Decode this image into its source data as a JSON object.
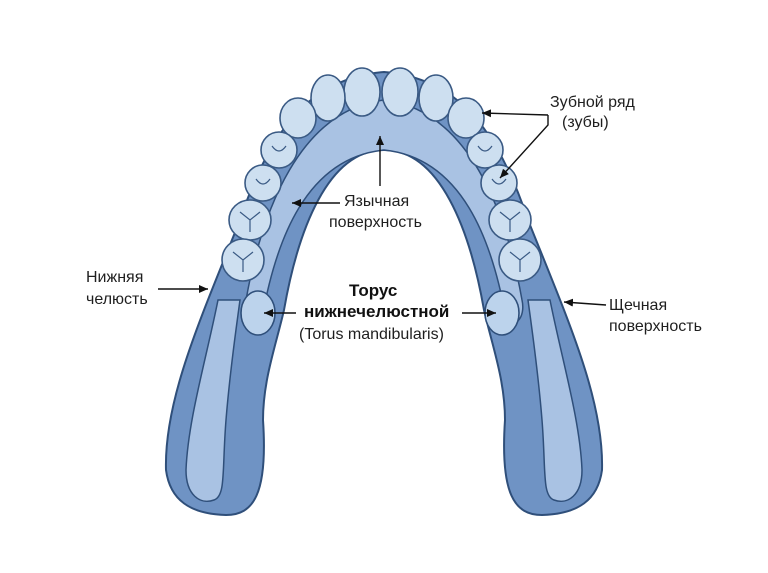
{
  "colors": {
    "bone_outer": "#6f93c4",
    "bone_outline": "#2f4f7a",
    "bone_inner": "#a9c2e3",
    "tooth_fill": "#cddff0",
    "tooth_outline": "#3a5a84",
    "torus_fill": "#bcd3ec"
  },
  "labels": {
    "dental_row_line1": "Зубной ряд",
    "dental_row_line2": "(зубы)",
    "lingual_line1": "Язычная",
    "lingual_line2": "поверхность",
    "mandible_line1": "Нижняя",
    "mandible_line2": "челюсть",
    "torus_line1": "Торус",
    "torus_line2": "нижнечелюстной",
    "torus_line3": "(Torus mandibularis)",
    "buccal_line1": "Щечная",
    "buccal_line2": "поверхность"
  }
}
